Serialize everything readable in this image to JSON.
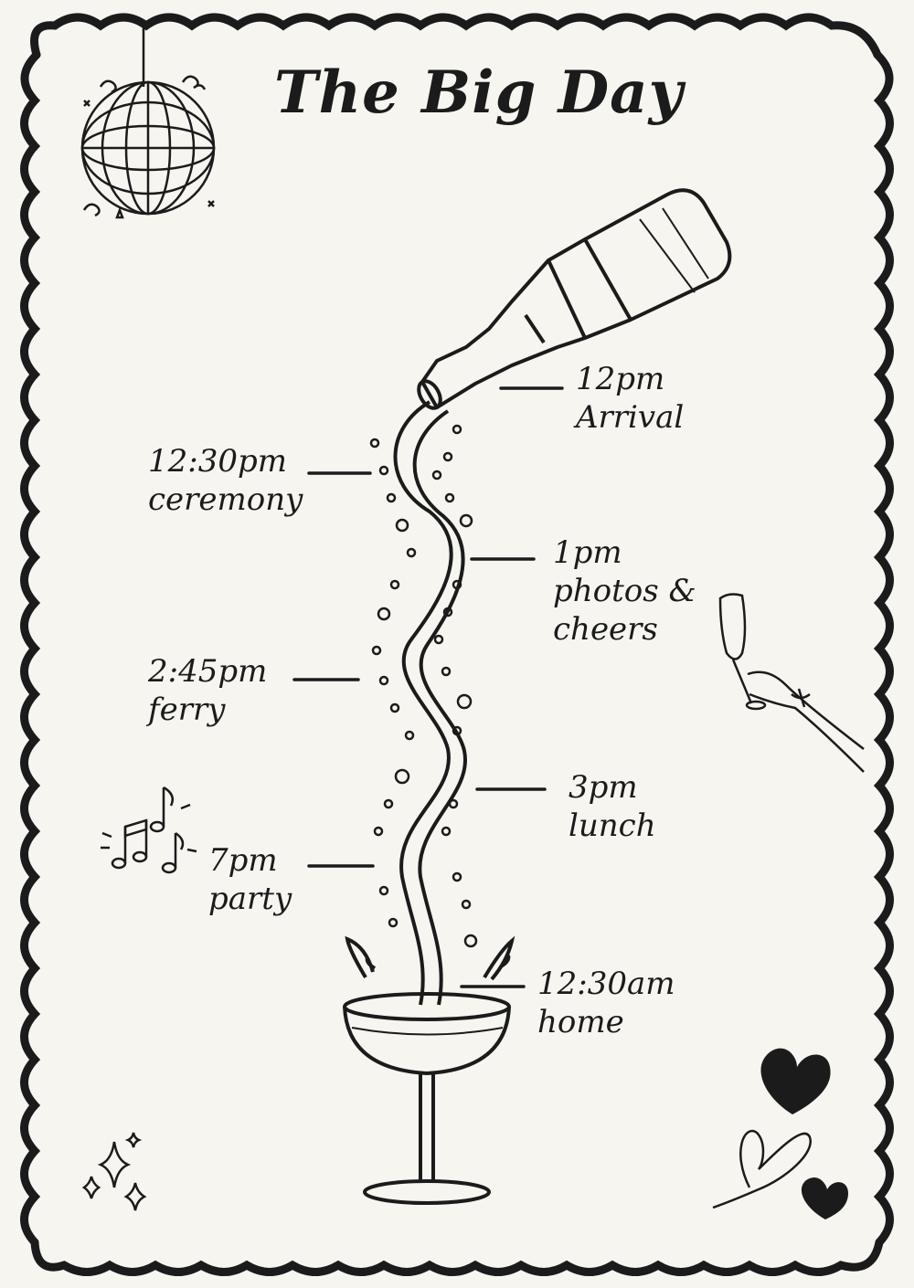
{
  "title": "The Big Day",
  "events": [
    {
      "time": "12pm",
      "label": "Arrival"
    },
    {
      "time": "12:30pm",
      "label": "ceremony"
    },
    {
      "time": "1pm",
      "label": "photos &",
      "label2": "cheers"
    },
    {
      "time": "2:45pm",
      "label": "ferry"
    },
    {
      "time": "3pm",
      "label": "lunch"
    },
    {
      "time": "7pm",
      "label": "party"
    },
    {
      "time": "12:30am",
      "label": "home"
    }
  ],
  "colors": {
    "ink": "#1b1b1b",
    "paper": "#f6f5f0"
  },
  "icons": [
    "disco-ball-icon",
    "champagne-bottle-icon",
    "coupe-glass-icon",
    "flute-hand-icon",
    "music-notes-icon",
    "sparkle-icon",
    "heart-icon"
  ]
}
